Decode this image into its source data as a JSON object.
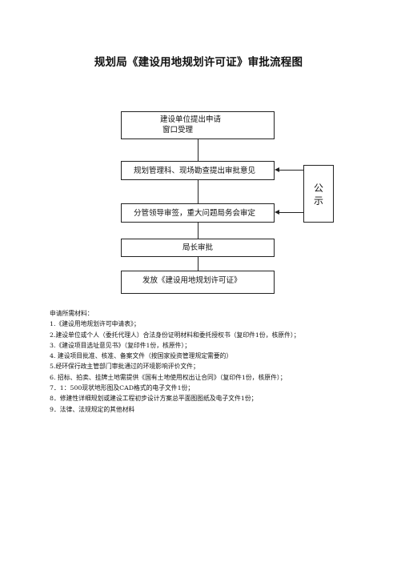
{
  "title": "规划局《建设用地规划许可证》审批流程图",
  "flow": {
    "step1_line1": "建设单位提出申请",
    "step1_line2": "窗口受理",
    "step2": "规划管理科、现场勘查提出审批意见",
    "step3": "分管领导审签，重大问题局务会审定",
    "step4": "局长审批",
    "step5": "发放《建设用地规划许可证》",
    "side_char1": "公",
    "side_char2": "示"
  },
  "materials": {
    "title": "申请所需材料：",
    "items": [
      "1.《建设用地规划许可申请表》；",
      "2.建设单位或个人（委托代理人）合法身份证明材料和委托授权书（复印件1份，核原件）；",
      "3.《建设项目选址意见书》（复印件1份，核原件）；",
      "4. 建设项目批准、核准、备案文件（按国家投资管理规定需要的）",
      "5.经环保行政主管部门审批通过的环境影响评价文件；",
      "6. 招标、拍卖、挂牌土地需提供《国有土地使用权出让合同》（复印件1份，核原件）；",
      "7．1：500现状地形图及CAD格式的电子文件1份；",
      "8．修建性详细规划或建设工程初步设计方案总平面图图纸及电子文件1份；",
      "9．法律、法规规定的其他材料"
    ]
  }
}
